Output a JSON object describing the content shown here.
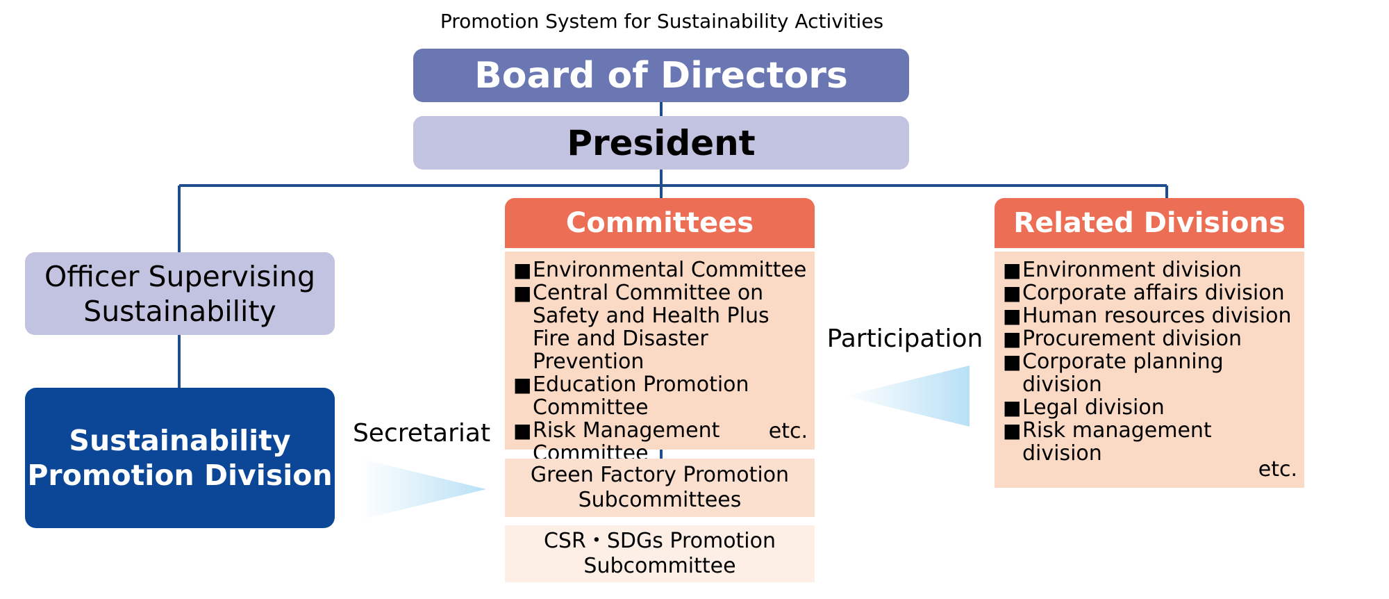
{
  "title": "Promotion System for Sustainability Activities",
  "board": "Board of Directors",
  "president": "President",
  "officer": [
    "Officer Supervising",
    "Sustainability"
  ],
  "promotion_division": [
    "Sustainability",
    "Promotion Division"
  ],
  "committees": {
    "header": "Committees",
    "items": [
      "Environmental Committee",
      "Central Committee on Safety and Health Plus Fire and Disaster Prevention",
      "Education Promotion Committee",
      "Risk Management Committee"
    ],
    "etc": "etc."
  },
  "subcommittees": [
    [
      "Green Factory Promotion",
      "Subcommittees"
    ],
    [
      "CSR・SDGs Promotion",
      "Subcommittee"
    ]
  ],
  "related_divisions": {
    "header": "Related Divisions",
    "items": [
      "Environment division",
      "Corporate affairs division",
      "Human resources division",
      "Procurement division",
      "Corporate planning division",
      "Legal division",
      "Risk management division"
    ],
    "etc": "etc."
  },
  "labels": {
    "secretariat": "Secretariat",
    "participation": "Participation"
  },
  "colors": {
    "board": "#6a77b3",
    "president": "#c1c3e0",
    "promotion_division": "#0b4796",
    "header": "#ec6e55",
    "list": "#fad9c5",
    "connector": "#1f4e8c",
    "arrow": "#bfe3f7"
  }
}
